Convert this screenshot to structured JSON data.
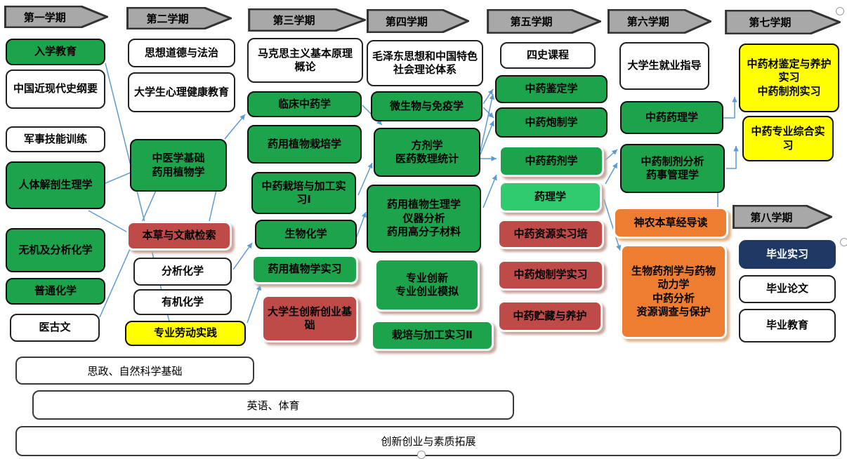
{
  "colors": {
    "green": "#1EA34D",
    "bright_green": "#2FCB6E",
    "red": "#BE4B48",
    "yellow": "#FFFF00",
    "orange": "#ED7D31",
    "navy": "#1F3864",
    "header_gray": "#A8A8A8",
    "arrow_blue": "#5B9BD5"
  },
  "semesters": [
    {
      "header": "第一学期",
      "courses": [
        {
          "label": "入学教育"
        },
        {
          "label": "中国近现代史纲要"
        },
        {
          "label": "军事技能训练"
        },
        {
          "label": "人体解剖生理学"
        },
        {
          "label": "无机及分析化学"
        },
        {
          "label": "普通化学"
        },
        {
          "label": "医古文"
        }
      ]
    },
    {
      "header": "第二学期",
      "courses": [
        {
          "label": "思想道德与法治"
        },
        {
          "label": "大学生心理健康教育"
        },
        {
          "label": "中医学基础\n药用植物学"
        },
        {
          "label": "本草与文献检索"
        },
        {
          "label": "分析化学"
        },
        {
          "label": "有机化学"
        },
        {
          "label": "专业劳动实践"
        }
      ]
    },
    {
      "header": "第三学期",
      "courses": [
        {
          "label": "马克思主义基本原理概论"
        },
        {
          "label": "临床中药学"
        },
        {
          "label": "药用植物栽培学"
        },
        {
          "label": "中药栽培与加工实习Ⅰ"
        },
        {
          "label": "生物化学"
        },
        {
          "label": "药用植物学实习"
        },
        {
          "label": "大学生创新创业基础"
        }
      ]
    },
    {
      "header": "第四学期",
      "courses": [
        {
          "label": "毛泽东思想和中国特色社会理论体系"
        },
        {
          "label": "微生物与免疫学"
        },
        {
          "label": "方剂学\n医药数理统计"
        },
        {
          "label": "药用植物生理学\n仪器分析\n药用高分子材料"
        },
        {
          "label": "专业创新\n专业创业模拟"
        },
        {
          "label": "栽培与加工实习Ⅱ"
        }
      ]
    },
    {
      "header": "第五学期",
      "courses": [
        {
          "label": "四史课程"
        },
        {
          "label": "中药鉴定学"
        },
        {
          "label": "中药炮制学"
        },
        {
          "label": "中药药剂学"
        },
        {
          "label": "药理学"
        },
        {
          "label": "中药资源实习培"
        },
        {
          "label": "中药炮制学实习"
        },
        {
          "label": "中药贮藏与养护"
        }
      ]
    },
    {
      "header": "第六学期",
      "courses": [
        {
          "label": "大学生就业指导"
        },
        {
          "label": "中药药理学"
        },
        {
          "label": "中药制剂分析\n药事管理学"
        },
        {
          "label": "神农本草经导读"
        },
        {
          "label": "生物药剂学与药物动力学\n中药分析\n资源调查与保护"
        }
      ]
    },
    {
      "header": "第七学期",
      "courses": [
        {
          "label": "中药材鉴定与养护实习\n中药制剂实习"
        },
        {
          "label": "中药专业综合实习"
        }
      ]
    },
    {
      "header": "第八学期",
      "courses": [
        {
          "label": "毕业实习"
        },
        {
          "label": "毕业论文"
        },
        {
          "label": "毕业教育"
        }
      ]
    }
  ],
  "bottom_bars": [
    {
      "label": "思政、自然科学基础"
    },
    {
      "label": "英语、体育"
    },
    {
      "label": "创新创业与素质拓展"
    }
  ]
}
